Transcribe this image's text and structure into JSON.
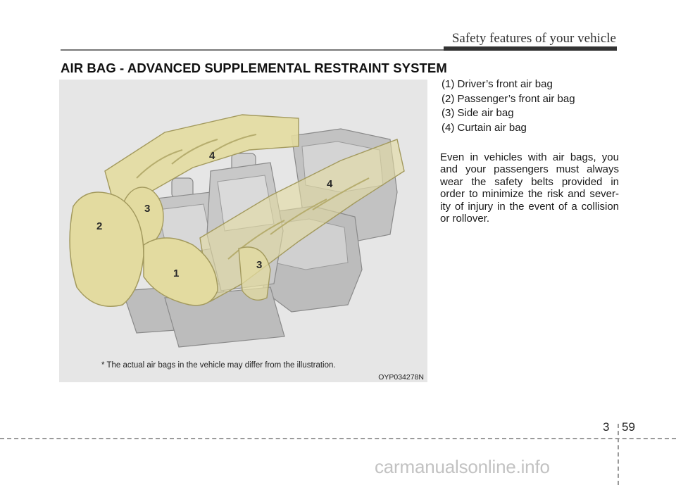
{
  "header": {
    "section_title": "Safety features of your vehicle"
  },
  "main": {
    "heading": "AIR BAG - ADVANCED SUPPLEMENTAL RESTRAINT SYSTEM"
  },
  "figure": {
    "note": "* The actual air bags in the vehicle may differ from the illustration.",
    "code": "OYP034278N",
    "callouts": [
      "1",
      "2",
      "3",
      "3",
      "4",
      "4"
    ]
  },
  "legend": [
    "(1) Driver’s front air bag",
    "(2) Passenger’s front air bag",
    "(3) Side air bag",
    "(4) Curtain air bag"
  ],
  "body_text": "Even in vehicles with air bags, you and your passengers must always wear the safety belts provided in order to minimize the risk and sever-ity of injury in the event of a collision or rollover.",
  "footer": {
    "chapter": "3",
    "page": "59",
    "watermark": "carmanualsonline.info"
  },
  "colors": {
    "airbag": "#e3dba0",
    "seat": "#c9c9c9",
    "figure_bg": "#e6e6e6"
  }
}
